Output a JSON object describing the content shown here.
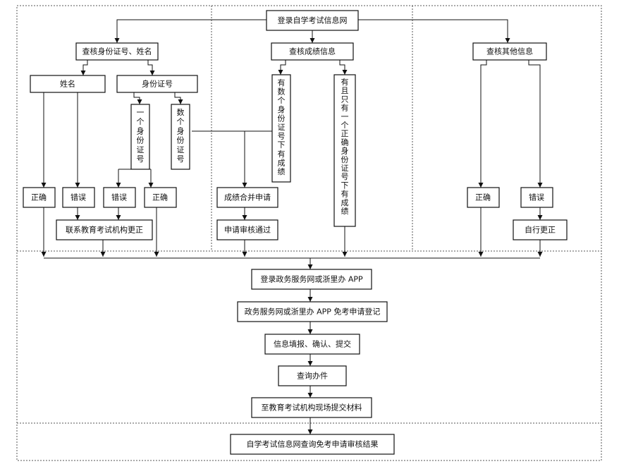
{
  "colors": {
    "line": "#111111",
    "border": "#555555",
    "background": "#ffffff"
  },
  "nodes": {
    "login_self_exam": "登录自学考试信息网",
    "check_id_name": "查核身份证号、姓名",
    "check_scores": "查核成绩信息",
    "check_other": "查核其他信息",
    "name": "姓名",
    "id_number": "身份证号",
    "one_id": "一个身份证号",
    "several_ids": "数个身份证号",
    "multi_id_scores": "有数个身份证号下有成绩",
    "only_one_id_scores": "有且只有一个正确身份证号下有成绩",
    "correct_1": "正确",
    "error_1": "错误",
    "error_2": "错误",
    "correct_2": "正确",
    "score_merge": "成绩合并申请",
    "contact_exam_org": "联系教育考试机构更正",
    "apply_approved": "申请审核通过",
    "correct_3": "正确",
    "error_3": "错误",
    "self_correct": "自行更正",
    "login_gov_service": "登录政务服务网或浙里办 APP",
    "exemption_register": "政务服务网或浙里办 APP 免考申请登记",
    "info_fill": "信息填报、确认、提交",
    "query_progress": "查询办件",
    "submit_materials": "至教育考试机构现场提交材料",
    "query_result": "自学考试信息网查询免考申请审核结果"
  }
}
